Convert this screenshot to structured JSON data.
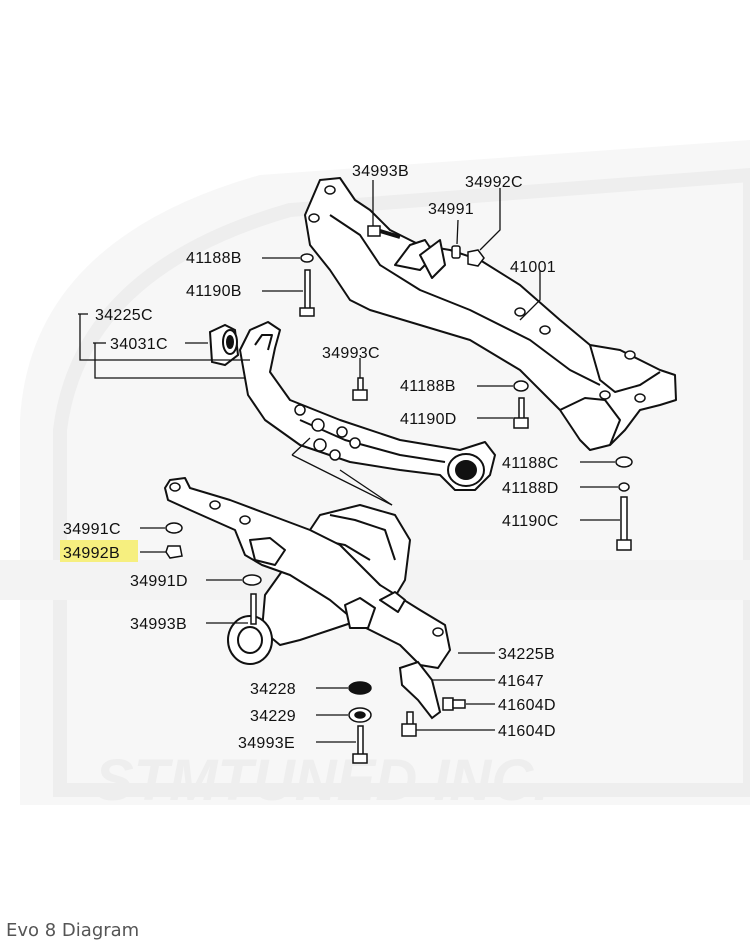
{
  "watermark": {
    "text": "STMTUNED INC."
  },
  "caption": "Evo 8 Diagram",
  "highlight_color": "#f6ef7f",
  "labels": {
    "p34993B_top": "34993B",
    "p34992C": "34992C",
    "p34991": "34991",
    "p41188B_a": "41188B",
    "p41001": "41001",
    "p41190B": "41190B",
    "p34225C": "34225C",
    "p34031C": "34031C",
    "p34993C": "34993C",
    "p41188B_b": "41188B",
    "p41190D": "41190D",
    "p41188C": "41188C",
    "p41188D": "41188D",
    "p41190C": "41190C",
    "p34991C": "34991C",
    "p34992B": "34992B",
    "p34991D": "34991D",
    "p34993B_bottom": "34993B",
    "p34225B": "34225B",
    "p41647": "41647",
    "p34228": "34228",
    "p41604D_a": "41604D",
    "p34229": "34229",
    "p41604D_b": "41604D",
    "p34993E": "34993E"
  }
}
